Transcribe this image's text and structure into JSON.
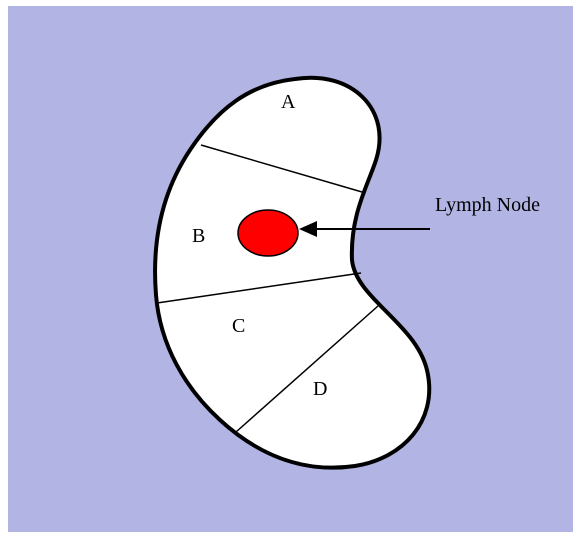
{
  "diagram": {
    "regions": {
      "a": "A",
      "b": "B",
      "c": "C",
      "d": "D"
    },
    "callout": {
      "label": "Lymph Node"
    }
  },
  "colors": {
    "background_panel": "#b2b4e4",
    "organ_fill": "#ffffff",
    "organ_outline": "#000000",
    "lymph_node_fill": "#ff0000",
    "arrow": "#000000"
  },
  "icons": {
    "callout_arrow": "arrow-left-icon",
    "lymph_node": "lymph-node-icon"
  }
}
